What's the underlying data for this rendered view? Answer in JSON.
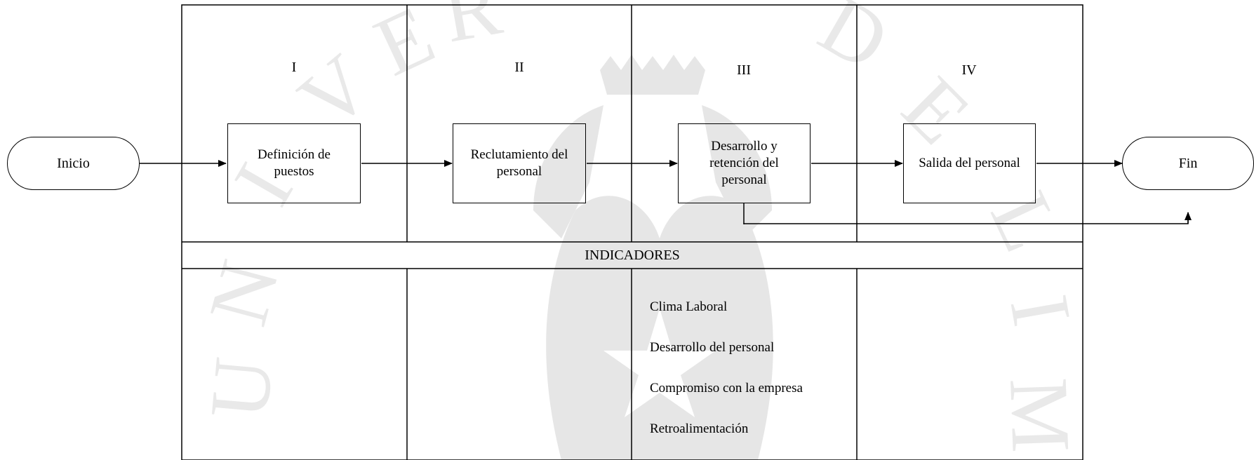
{
  "stages": [
    "I",
    "II",
    "III",
    "IV"
  ],
  "terminals": {
    "start": "Inicio",
    "end": "Fin"
  },
  "processes": [
    {
      "lines": [
        "Definición de",
        "puestos"
      ]
    },
    {
      "lines": [
        "Reclutamiento del",
        "personal"
      ]
    },
    {
      "lines": [
        "Desarrollo y",
        "retención del",
        "personal"
      ]
    },
    {
      "lines": [
        "Salida del personal"
      ]
    }
  ],
  "indicators": {
    "title": "INDICADORES",
    "items": [
      "Clima Laboral",
      "Desarrollo del personal",
      "Compromiso con la empresa",
      "Retroalimentación"
    ]
  },
  "colors": {
    "line": "#000000",
    "watermark": "#e3e3e3"
  }
}
